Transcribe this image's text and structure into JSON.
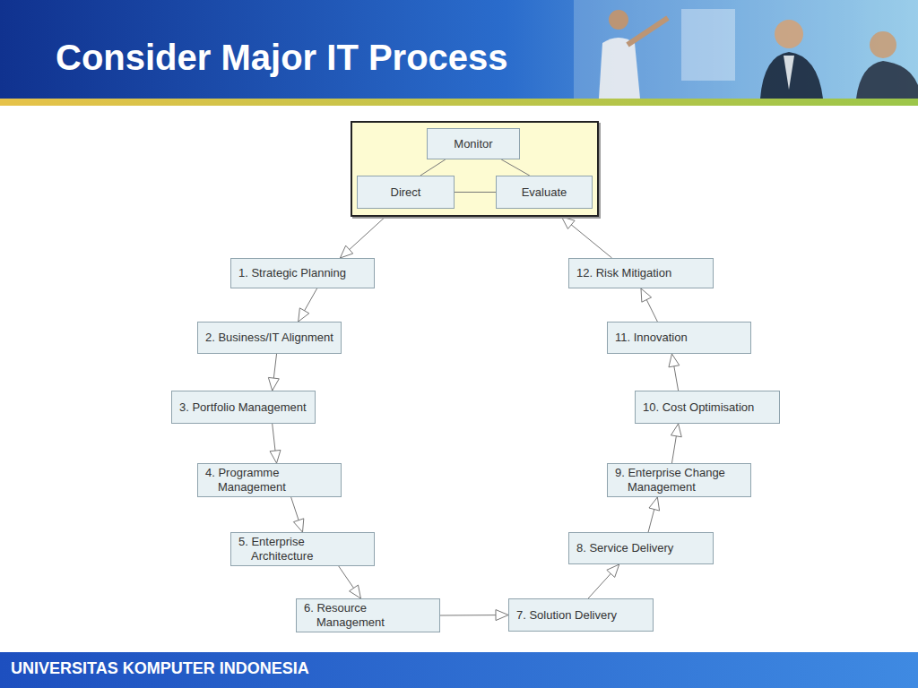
{
  "diagram": {
    "title": "Consider Major IT Process",
    "nodes": [
      {
        "text": []
      },
      {
        "text": [
          "Monitor"
        ],
        "in": 0
      },
      {
        "text": [
          "Direct"
        ],
        "in": 0
      },
      {
        "text": [
          "Evaluate"
        ],
        "in": 0
      },
      {
        "text": [
          "1. Strategic Planning"
        ]
      },
      {
        "text": [
          "2. Business/IT Alignment"
        ]
      },
      {
        "text": [
          "3. Portfolio Management"
        ]
      },
      {
        "text": [
          "4. Programme Management"
        ]
      },
      {
        "text": [
          "5. Enterprise Architecture"
        ]
      },
      {
        "text": [
          "6. Resource Management"
        ]
      },
      {
        "text": [
          "7. Solution Delivery"
        ]
      },
      {
        "text": [
          "8. Service Delivery"
        ]
      },
      {
        "text": [
          "9. Enterprise Change Management"
        ]
      },
      {
        "text": [
          "10. Cost Optimisation"
        ]
      },
      {
        "text": [
          "11. Innovation"
        ]
      },
      {
        "text": [
          "12. Risk Mitigation"
        ]
      }
    ],
    "edges": [
      {
        "from": 1,
        "to": 2,
        "arrow": "none"
      },
      {
        "from": 1,
        "to": 3,
        "arrow": "none"
      },
      {
        "from": 2,
        "to": 3,
        "arrow": "none"
      },
      {
        "from": 0,
        "to": 4,
        "arrow": "to"
      },
      {
        "from": 4,
        "to": 5,
        "arrow": "to"
      },
      {
        "from": 5,
        "to": 6,
        "arrow": "to"
      },
      {
        "from": 6,
        "to": 7,
        "arrow": "to"
      },
      {
        "from": 7,
        "to": 8,
        "arrow": "to"
      },
      {
        "from": 8,
        "to": 9,
        "arrow": "to"
      },
      {
        "from": 9,
        "to": 10,
        "arrow": "to"
      },
      {
        "from": 10,
        "to": 11,
        "arrow": "to"
      },
      {
        "from": 11,
        "to": 12,
        "arrow": "to"
      },
      {
        "from": 12,
        "to": 13,
        "arrow": "to"
      },
      {
        "from": 13,
        "to": 14,
        "arrow": "to"
      },
      {
        "from": 14,
        "to": 15,
        "arrow": "to"
      },
      {
        "from": 15,
        "to": 0,
        "arrow": "to"
      }
    ],
    "labels": [
      "UNIVERSITAS KOMPUTER INDONESIA"
    ]
  }
}
